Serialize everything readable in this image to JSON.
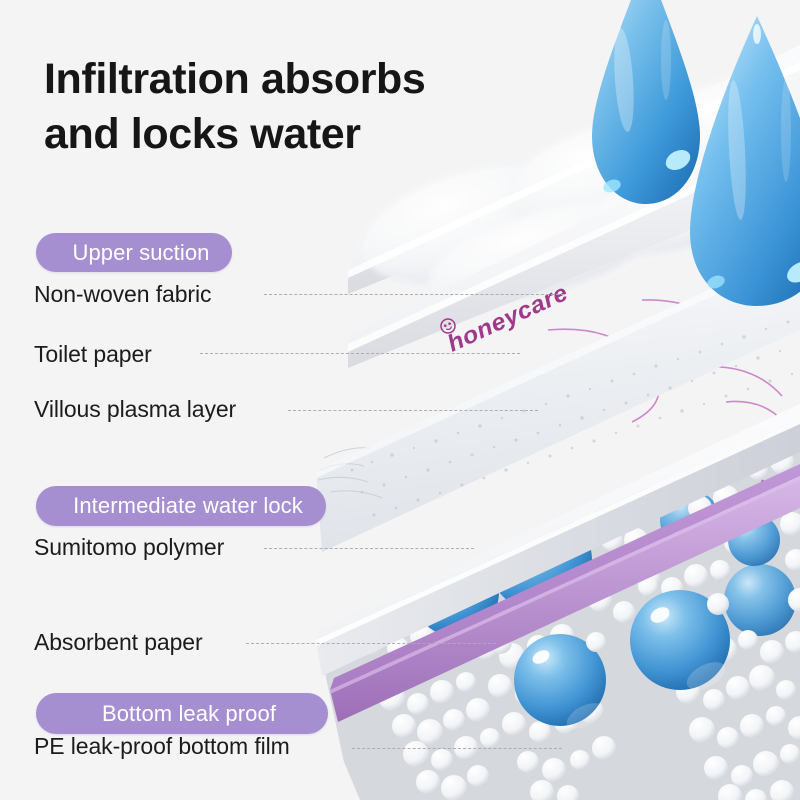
{
  "title": {
    "text": "Infiltration absorbs\nand locks water"
  },
  "badges": [
    {
      "id": "upper",
      "label": "Upper suction"
    },
    {
      "id": "middle",
      "label": "Intermediate water lock"
    },
    {
      "id": "bottom",
      "label": "Bottom leak proof"
    }
  ],
  "layers": [
    {
      "id": "nonwoven",
      "label": "Non-woven fabric"
    },
    {
      "id": "toilet",
      "label": "Toilet paper"
    },
    {
      "id": "villous",
      "label": "Villous plasma layer"
    },
    {
      "id": "sumitomo",
      "label": "Sumitomo polymer"
    },
    {
      "id": "absorbent",
      "label": "Absorbent paper"
    },
    {
      "id": "pefilm",
      "label": "PE leak-proof bottom film"
    }
  ],
  "brand": {
    "wordmark": "honeycare"
  },
  "colors": {
    "background": "#f4f4f5",
    "badge_purple": "#a58fd0",
    "badge_text": "#ffffff",
    "title_text": "#161616",
    "caption_text": "#1c1c1c",
    "leader_line": "#aeaeb2",
    "pe_film_purple": "#b98ed0",
    "water_blue": "#4d9fd8",
    "water_blue_dark": "#2e7fc0",
    "bead_white": "#ffffff",
    "slab_white": "#fdfdfe",
    "brand_magenta": "#9c2f84"
  },
  "illustration": {
    "droplets": [
      {
        "id": "droplet-left",
        "label": "water-droplet"
      },
      {
        "id": "droplet-right",
        "label": "water-droplet"
      }
    ],
    "elements": [
      "quilted-nonwoven-slab",
      "printed-toilet-paper-slab",
      "villous-fibre-layer",
      "polymer-bead-core",
      "absorbent-paper-slab",
      "pe-bottom-film"
    ]
  }
}
